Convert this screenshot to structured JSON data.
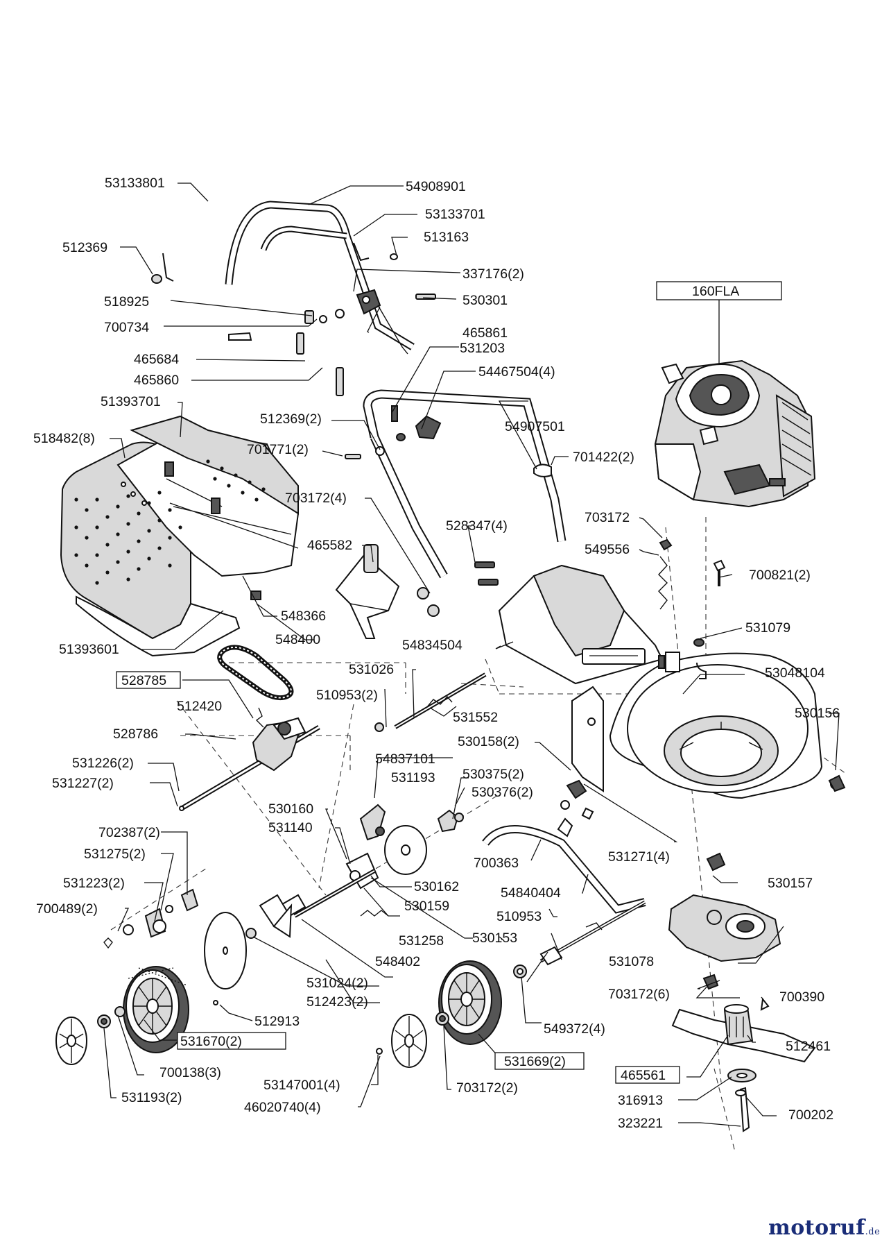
{
  "labels": {
    "l53133801": "53133801",
    "l54908901": "54908901",
    "l53133701": "53133701",
    "l512369": "512369",
    "l513163": "513163",
    "l337176": "337176(2)",
    "l518925": "518925",
    "l530301": "530301",
    "l700734": "700734",
    "l465861": "465861",
    "l465684": "465684",
    "l531203": "531203",
    "l465860": "465860",
    "l54467504": "54467504(4)",
    "l51393701": "51393701",
    "l512369x2": "512369(2)",
    "l54907501": "54907501",
    "l518482": "518482(8)",
    "l701771": "701771(2)",
    "l701422": "701422(2)",
    "l160FLA": "160FLA",
    "l703172x4": "703172(4)",
    "l528347": "528347(4)",
    "l703172a": "703172",
    "l465582": "465582",
    "l549556": "549556",
    "l700821": "700821(2)",
    "l548366": "548366",
    "l54834504": "54834504",
    "l531079": "531079",
    "l51393601": "51393601",
    "l548400": "548400",
    "l531026": "531026",
    "l53048104": "53048104",
    "l528785": "528785",
    "l510953x2": "510953(2)",
    "l531552": "531552",
    "l512420": "512420",
    "l530156": "530156",
    "l528786": "528786",
    "l530158": "530158(2)",
    "l531226": "531226(2)",
    "l54837101": "54837101",
    "l531227": "531227(2)",
    "l531193": "531193",
    "l530375": "530375(2)",
    "l530376": "530376(2)",
    "l530160": "530160",
    "l531140": "531140",
    "l702387": "702387(2)",
    "l531271": "531271(4)",
    "l531275": "531275(2)",
    "l700363": "700363",
    "l531223": "531223(2)",
    "l530162": "530162",
    "l530157": "530157",
    "l54840404": "54840404",
    "l700489": "700489(2)",
    "l530159": "530159",
    "l510953": "510953",
    "l531258": "531258",
    "l530153": "530153",
    "l548402": "548402",
    "l531078": "531078",
    "l531024": "531024(2)",
    "l512423": "512423(2)",
    "l703172x6": "703172(6)",
    "l700390": "700390",
    "l512913": "512913",
    "l549372": "549372(4)",
    "l531670": "531670(2)",
    "l512461": "512461",
    "l700138": "700138(3)",
    "l531669": "531669(2)",
    "l465561": "465561",
    "l53147001": "53147001(4)",
    "l703172x2": "703172(2)",
    "l316913": "316913",
    "l531193x2": "531193(2)",
    "l46020740": "46020740(4)",
    "l700202": "700202",
    "l323221": "323221"
  },
  "watermark": {
    "text": "motoruf",
    "suffix": ".de",
    "color": "#1a2d78"
  }
}
